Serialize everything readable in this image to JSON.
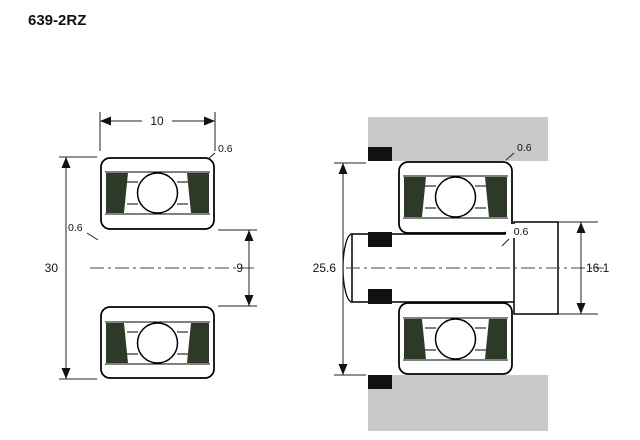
{
  "title": "639-2RZ",
  "colors": {
    "housing": "#c9c9c9",
    "seal": "#2e3a28",
    "block": "#111111"
  },
  "views": {
    "section": {
      "width": "10",
      "outer_diameter": "30",
      "bore": "9",
      "chamfer_outer": "0.6",
      "chamfer_inner": "0.6"
    },
    "mounting": {
      "housing_abutment": "25.6",
      "shaft_abutment": "16.1",
      "fillet_housing": "0.6",
      "fillet_shaft": "0.6"
    }
  }
}
